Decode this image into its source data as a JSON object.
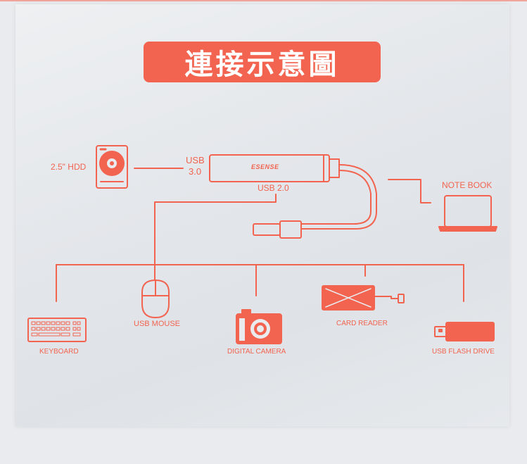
{
  "title": "連接示意圖",
  "hub": {
    "brand": "ESENSE",
    "usb3_line1": "USB",
    "usb3_line2": "3.0",
    "usb2": "USB 2.0"
  },
  "devices": {
    "hdd": "2.5\" HDD",
    "notebook": "NOTE BOOK",
    "keyboard": "KEYBOARD",
    "mouse": "USB MOUSE",
    "camera": "DIGITAL CAMERA",
    "card_reader": "CARD READER",
    "flash_drive": "USB FLASH DRIVE"
  },
  "colors": {
    "accent": "#f26350",
    "background": "#e9ebee"
  }
}
